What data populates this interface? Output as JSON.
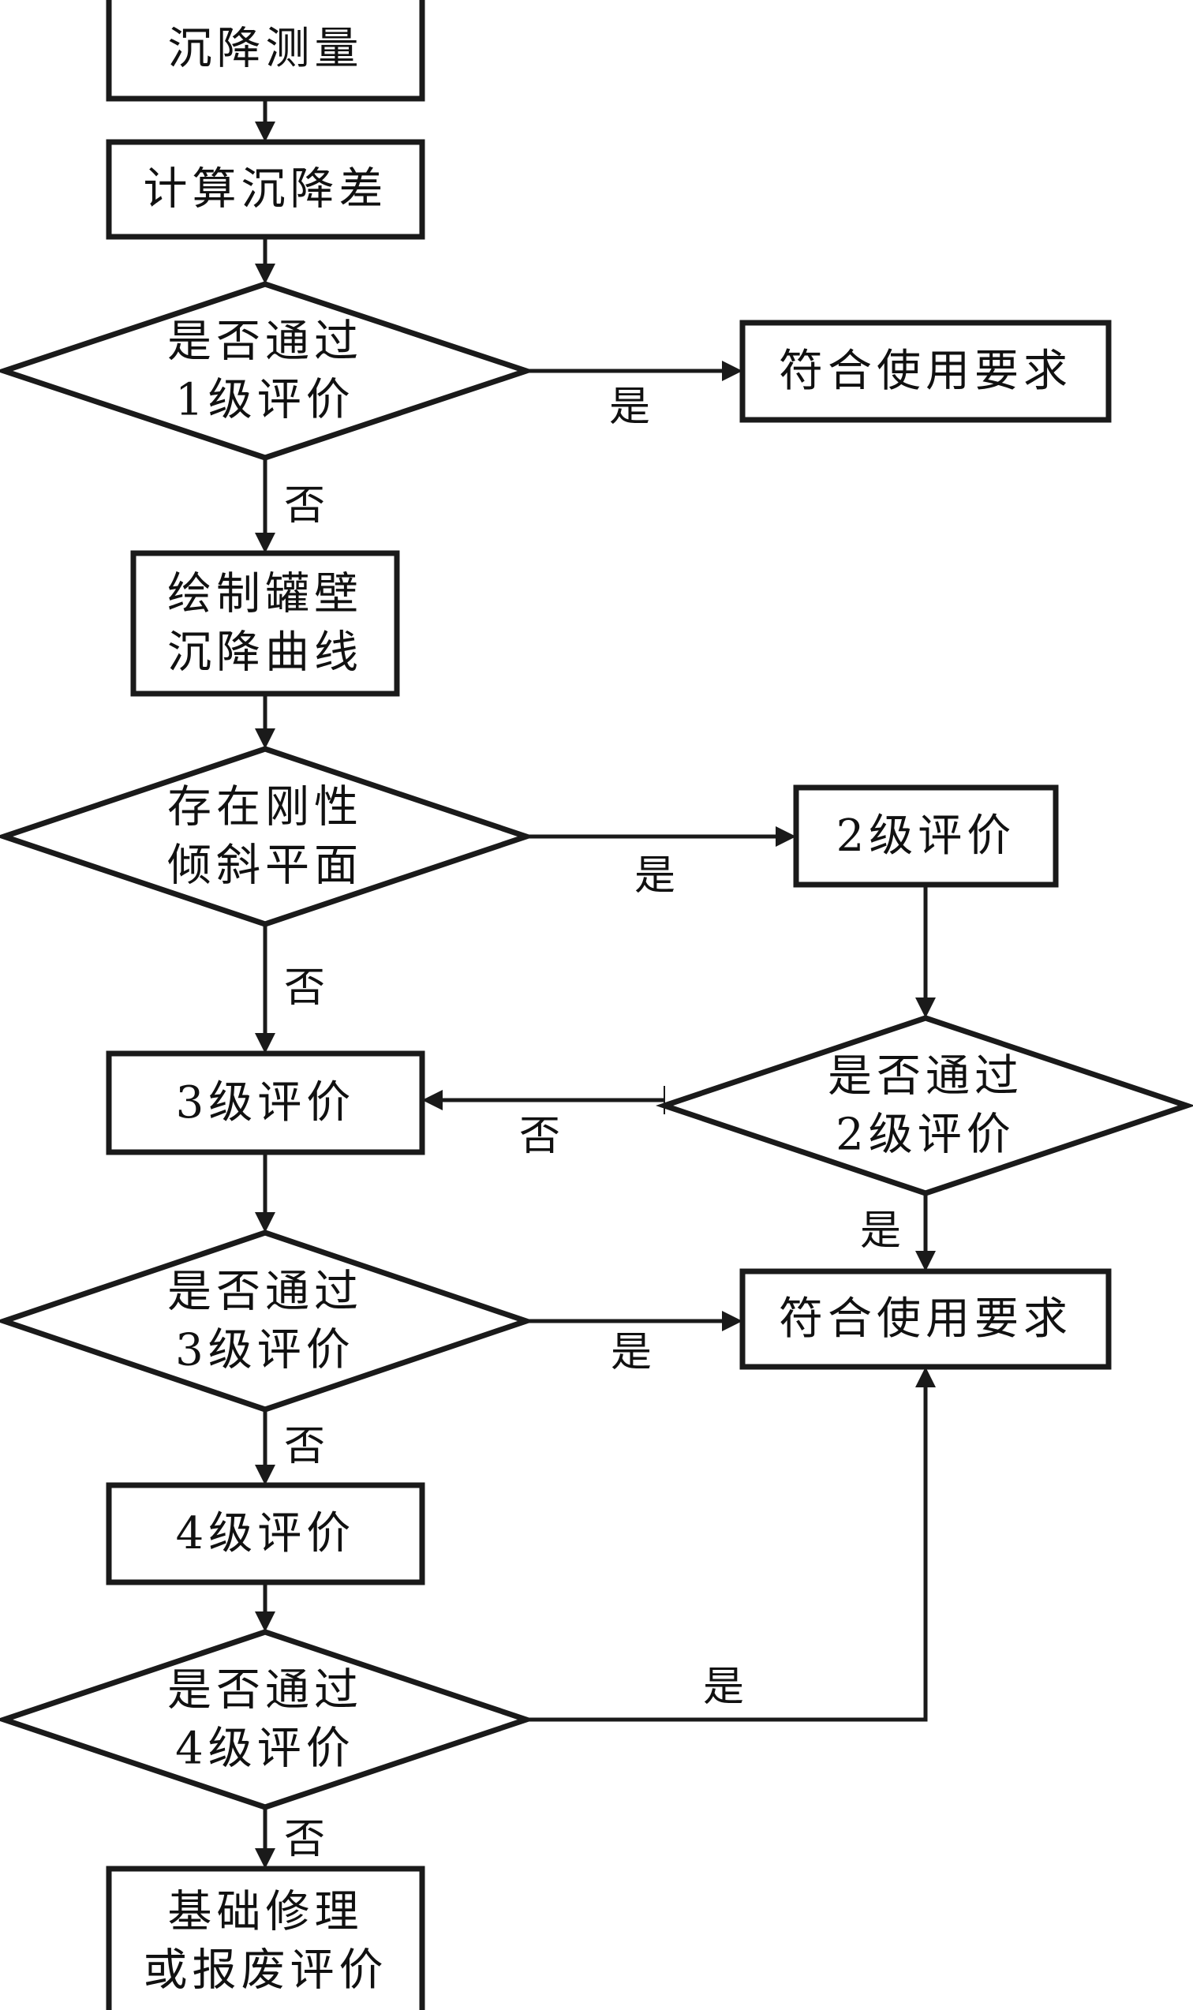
{
  "diagram": {
    "type": "flowchart",
    "nodes": [
      {
        "id": "n1",
        "shape": "process",
        "lines": [
          "沉降测量"
        ]
      },
      {
        "id": "n2",
        "shape": "process",
        "lines": [
          "计算沉降差"
        ]
      },
      {
        "id": "d1",
        "shape": "decision",
        "lines": [
          "是否通过",
          "1级评价"
        ]
      },
      {
        "id": "ok1",
        "shape": "process",
        "lines": [
          "符合使用要求"
        ]
      },
      {
        "id": "n3",
        "shape": "process",
        "lines": [
          "绘制罐壁",
          "沉降曲线"
        ]
      },
      {
        "id": "d2",
        "shape": "decision",
        "lines": [
          "存在刚性",
          "倾斜平面"
        ]
      },
      {
        "id": "n4",
        "shape": "process",
        "lines": [
          "2级评价"
        ]
      },
      {
        "id": "d3",
        "shape": "decision",
        "lines": [
          "是否通过",
          "2级评价"
        ]
      },
      {
        "id": "n5",
        "shape": "process",
        "lines": [
          "3级评价"
        ]
      },
      {
        "id": "ok2",
        "shape": "process",
        "lines": [
          "符合使用要求"
        ]
      },
      {
        "id": "d4",
        "shape": "decision",
        "lines": [
          "是否通过",
          "3级评价"
        ]
      },
      {
        "id": "n6",
        "shape": "process",
        "lines": [
          "4级评价"
        ]
      },
      {
        "id": "d5",
        "shape": "decision",
        "lines": [
          "是否通过",
          "4级评价"
        ]
      },
      {
        "id": "n7",
        "shape": "process",
        "lines": [
          "基础修理",
          "或报废评价"
        ]
      }
    ],
    "edges": [
      {
        "from": "n1",
        "to": "n2",
        "label": ""
      },
      {
        "from": "n2",
        "to": "d1",
        "label": ""
      },
      {
        "from": "d1",
        "to": "ok1",
        "label": "是"
      },
      {
        "from": "d1",
        "to": "n3",
        "label": "否"
      },
      {
        "from": "n3",
        "to": "d2",
        "label": ""
      },
      {
        "from": "d2",
        "to": "n4",
        "label": "是"
      },
      {
        "from": "d2",
        "to": "n5",
        "label": "否"
      },
      {
        "from": "n4",
        "to": "d3",
        "label": ""
      },
      {
        "from": "d3",
        "to": "n5",
        "label": "否"
      },
      {
        "from": "d3",
        "to": "ok2",
        "label": "是"
      },
      {
        "from": "n5",
        "to": "d4",
        "label": ""
      },
      {
        "from": "d4",
        "to": "ok2",
        "label": "是"
      },
      {
        "from": "d4",
        "to": "n6",
        "label": "否"
      },
      {
        "from": "n6",
        "to": "d5",
        "label": ""
      },
      {
        "from": "d5",
        "to": "ok2",
        "label": "是"
      },
      {
        "from": "d5",
        "to": "n7",
        "label": "否"
      }
    ]
  }
}
